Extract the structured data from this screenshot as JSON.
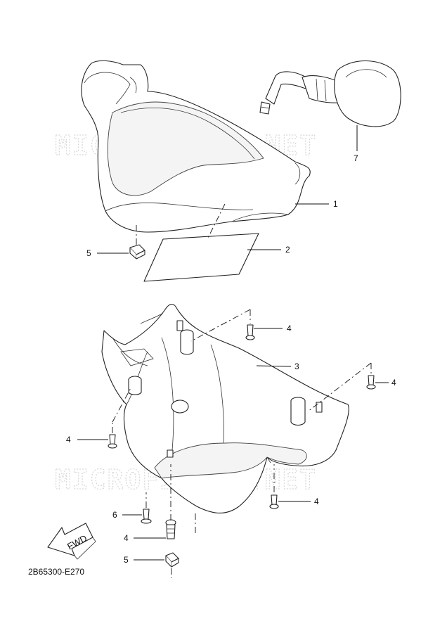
{
  "watermark": "MICROFICHES.NET",
  "diagram_code": "2B65300-E270",
  "fwd_label": "FWD",
  "callouts": {
    "c1": "1",
    "c2": "2",
    "c3": "3",
    "c4a": "4",
    "c4b": "4",
    "c4c": "4",
    "c4d": "4",
    "c4e": "4",
    "c5a": "5",
    "c5b": "5",
    "c6": "6",
    "c7": "7"
  }
}
